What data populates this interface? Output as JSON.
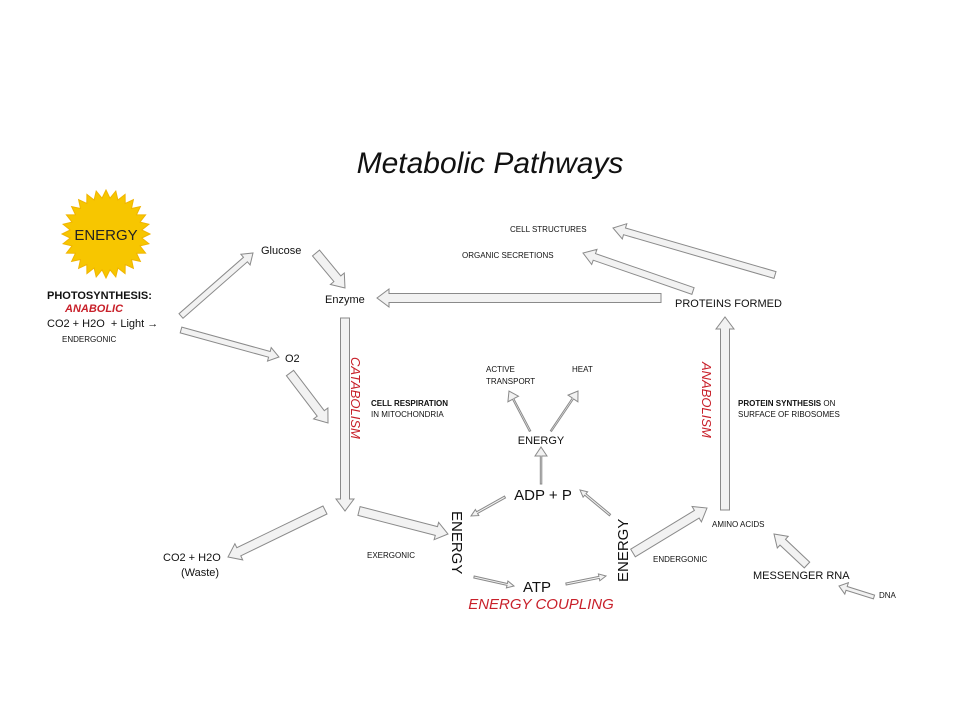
{
  "title": "Metabolic Pathways",
  "colors": {
    "accent_red": "#c8202a",
    "sun": "#f7c600",
    "arrow_fill": "#f2f2f2",
    "arrow_stroke": "#8a8a8a"
  },
  "icons": {
    "sun": "sun-icon",
    "arrow": "block-arrow-icon"
  },
  "sun_label": "ENERGY",
  "photosynthesis": {
    "heading": "PHOTOSYNTHESIS:",
    "type": "ANABOLIC",
    "equation": "CO2 + H2O  + Light →",
    "energy_type": "ENDERGONIC"
  },
  "nodes": {
    "glucose": "Glucose",
    "o2": "O2",
    "enzyme": "Enzyme",
    "waste": "CO2 + H2O",
    "waste_note": "(Waste)",
    "exergonic": "EXERGONIC",
    "endergonic": "ENDERGONIC",
    "active_transport_1": "ACTIVE",
    "active_transport_2": "TRANSPORT",
    "heat": "HEAT",
    "energy_center": "ENERGY",
    "adp_p": "ADP + P",
    "energy_left": "ENERGY",
    "energy_right": "ENERGY",
    "atp": "ATP",
    "energy_coupling": "ENERGY COUPLING",
    "cell_structures": "CELL STRUCTURES",
    "organic_secretions": "ORGANIC SECRETIONS",
    "proteins_formed": "PROTEINS FORMED",
    "amino_acids": "AMINO ACIDS",
    "messenger_rna": "MESSENGER RNA",
    "dna": "DNA"
  },
  "catabolism": {
    "label": "CATABOLISM",
    "note_bold": "CELL RESPIRATION",
    "note": "IN MITOCHONDRIA"
  },
  "anabolism": {
    "label": "ANABOLISM",
    "note_bold": "PROTEIN SYNTHESIS",
    "note_suffix": " ON",
    "note": "SURFACE OF RIBOSOMES"
  }
}
